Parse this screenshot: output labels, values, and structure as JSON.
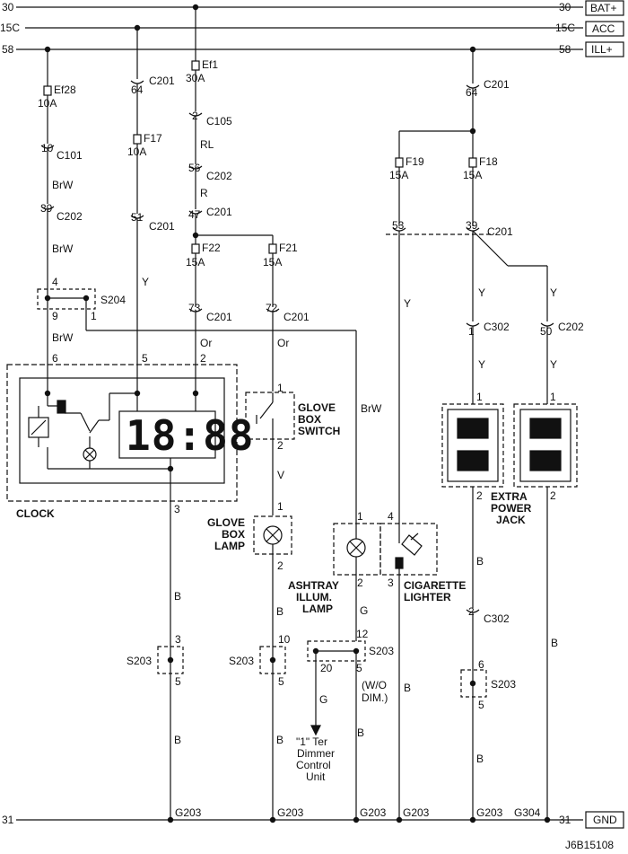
{
  "rails": {
    "r30": {
      "left": "30",
      "right": "30",
      "label": "BAT+"
    },
    "r15c": {
      "left": "15C",
      "right": "15C",
      "label": "ACC"
    },
    "r58": {
      "left": "58",
      "right": "58",
      "label": "ILL+"
    },
    "r31": {
      "left": "31",
      "right": "31",
      "label": "GND"
    }
  },
  "fuses": {
    "ef28": {
      "name": "Ef28",
      "rating": "10A"
    },
    "ef1": {
      "name": "Ef1",
      "rating": "30A"
    },
    "f17": {
      "name": "F17",
      "rating": "10A"
    },
    "f22": {
      "name": "F22",
      "rating": "15A"
    },
    "f21": {
      "name": "F21",
      "rating": "15A"
    },
    "f19": {
      "name": "F19",
      "rating": "15A"
    },
    "f18": {
      "name": "F18",
      "rating": "15A"
    }
  },
  "connectors": {
    "c101": {
      "pin": "10",
      "name": "C101"
    },
    "c202a": {
      "pin": "39",
      "name": "C202"
    },
    "c201a": {
      "pin": "64",
      "name": "C201"
    },
    "c201b": {
      "pin": "51",
      "name": "C201"
    },
    "c105": {
      "pin": "2",
      "name": "C105"
    },
    "c202b": {
      "pin": "56",
      "name": "C202"
    },
    "c201c": {
      "pin": "47",
      "name": "C201"
    },
    "c201d": {
      "pin": "73",
      "name": "C201"
    },
    "c201e": {
      "pin": "72",
      "name": "C201"
    },
    "c201f": {
      "pin": "64",
      "name": "C201"
    },
    "c201g": {
      "pin": "53",
      "name": ""
    },
    "c201h": {
      "pin": "39",
      "name": "C201"
    },
    "c302a": {
      "pin": "1",
      "name": "C302"
    },
    "c202c": {
      "pin": "50",
      "name": "C202"
    },
    "c302b": {
      "pin": "2",
      "name": "C302"
    }
  },
  "wires": {
    "brw1": "BrW",
    "brw2": "BrW",
    "brw3": "BrW",
    "brw4": "BrW",
    "y1": "Y",
    "y2": "Y",
    "y3": "Y",
    "y4": "Y",
    "y5": "Y",
    "y6": "Y",
    "rl": "RL",
    "r": "R",
    "or1": "Or",
    "or2": "Or",
    "v": "V",
    "b1": "B",
    "b2": "B",
    "b3": "B",
    "b4": "B",
    "b5": "B",
    "b6": "B",
    "b7": "B",
    "b8": "B",
    "b9": "B",
    "g1": "G",
    "g2": "G"
  },
  "splices": {
    "s204": {
      "name": "S204",
      "p_in": "4",
      "p_a": "9",
      "p_b": "1"
    },
    "s203a": {
      "name": "S203",
      "p_in": "3",
      "p_out": "5"
    },
    "s203b": {
      "name": "S203",
      "p_in": "10",
      "p_out": "5"
    },
    "s203c": {
      "name": "S203",
      "p_in": "12",
      "p_a": "20",
      "p_b": "5"
    },
    "s203d": {
      "name": "S203",
      "p_in": "6",
      "p_out": "5"
    }
  },
  "components": {
    "clock": {
      "label": "CLOCK",
      "display": "18:88",
      "pin_brw": "6",
      "pin_y": "5",
      "pin_or": "2",
      "pin_gnd": "3"
    },
    "glove_switch": {
      "line1": "GLOVE",
      "line2": "BOX",
      "line3": "SWITCH",
      "pin_top": "1",
      "pin_bot": "2"
    },
    "glove_lamp": {
      "line1": "GLOVE",
      "line2": "BOX",
      "line3": "LAMP",
      "pin_top": "1",
      "pin_bot": "2"
    },
    "ashtray": {
      "line1": "ASHTRAY",
      "line2": "ILLUM.",
      "line3": "LAMP",
      "pin_top": "1",
      "pin_bot": "2"
    },
    "lighter": {
      "line1": "CIGARETTE",
      "line2": "LIGHTER",
      "pin_top": "4",
      "pin_bot": "3"
    },
    "jack": {
      "line1": "EXTRA",
      "line2": "POWER",
      "line3": "JACK",
      "p1a": "1",
      "p2a": "2",
      "p1b": "1",
      "p2b": "2"
    },
    "dimmer": {
      "line1": "\"1\" Ter",
      "line2": "Dimmer",
      "line3": "Control",
      "line4": "Unit",
      "note1": "(W/O",
      "note2": "DIM.)"
    }
  },
  "grounds": {
    "g1": "G203",
    "g2": "G203",
    "g3": "G203",
    "g4": "G203",
    "g5": "G203",
    "g6": "G304"
  },
  "figure_id": "J6B15108"
}
